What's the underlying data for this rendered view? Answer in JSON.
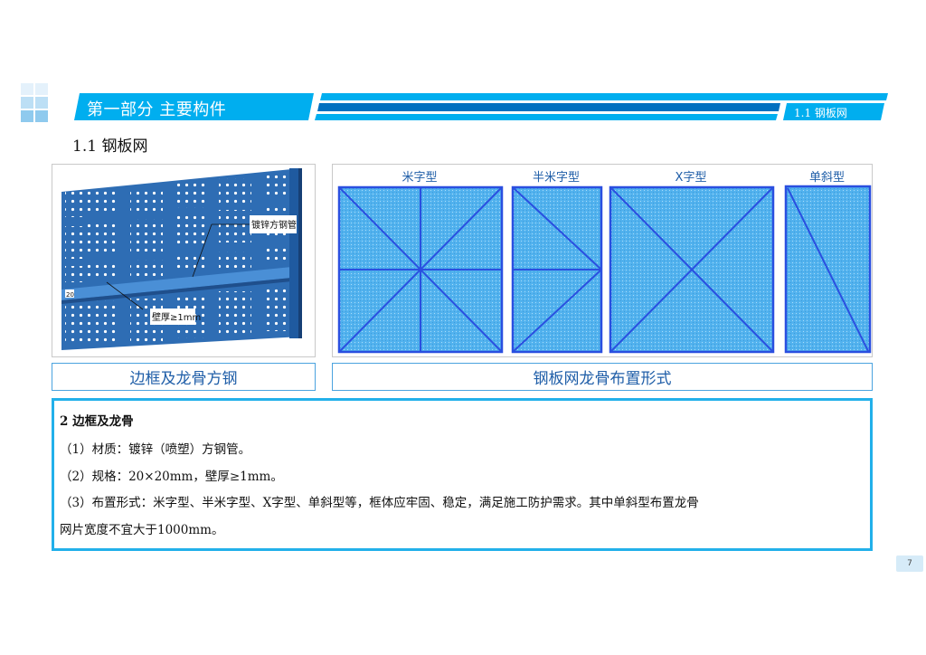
{
  "header": {
    "part_title": "第一部分  主要构件",
    "section_tag": "1.1 钢板网",
    "colors": {
      "primary": "#00aeef",
      "dark": "#0070c0"
    }
  },
  "section_title": "1.1  钢板网",
  "photo": {
    "callout_pipe": "镀锌方钢管",
    "callout_thickness": "壁厚≥1mm",
    "callout_size": "20",
    "caption": "边框及龙骨方钢"
  },
  "diagrams": {
    "caption": "钢板网龙骨布置形式",
    "panels": [
      {
        "label": "米字型"
      },
      {
        "label": "半米字型"
      },
      {
        "label": "X字型"
      },
      {
        "label": "单斜型"
      }
    ]
  },
  "text_panel": {
    "heading": "2 边框及龙骨",
    "lines": [
      "（1）材质：镀锌（喷塑）方钢管。",
      "（2）规格：20×20mm，壁厚≥1mm。",
      "（3）布置形式：米字型、半米字型、X字型、单斜型等，框体应牢固、稳定，满足施工防护需求。其中单斜型布置龙骨",
      "网片宽度不宜大于1000mm。"
    ]
  },
  "page_number": "7"
}
